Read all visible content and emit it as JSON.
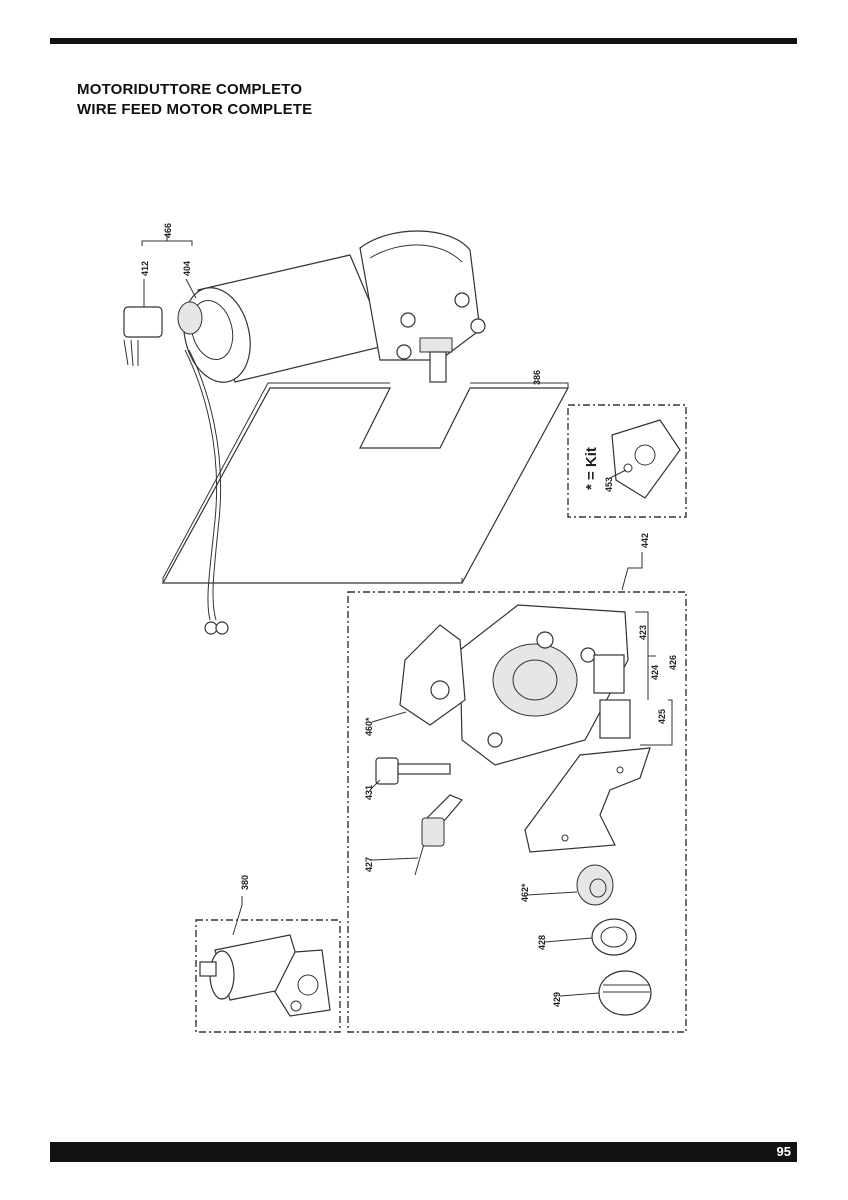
{
  "page": {
    "title_it": "MOTORIDUTTORE COMPLETO",
    "title_en": "WIRE FEED MOTOR COMPLETE",
    "page_number": "95"
  },
  "callouts": {
    "c466": "466",
    "c412": "412",
    "c404": "404",
    "c386": "386",
    "c453": "453",
    "kit_label": "* = Kit",
    "c442": "442",
    "c423": "423",
    "c424": "424",
    "c426": "426",
    "c425": "425",
    "c460": "460*",
    "c431": "431",
    "c427": "427",
    "c462": "462*",
    "c428": "428",
    "c429": "429",
    "c380": "380"
  }
}
